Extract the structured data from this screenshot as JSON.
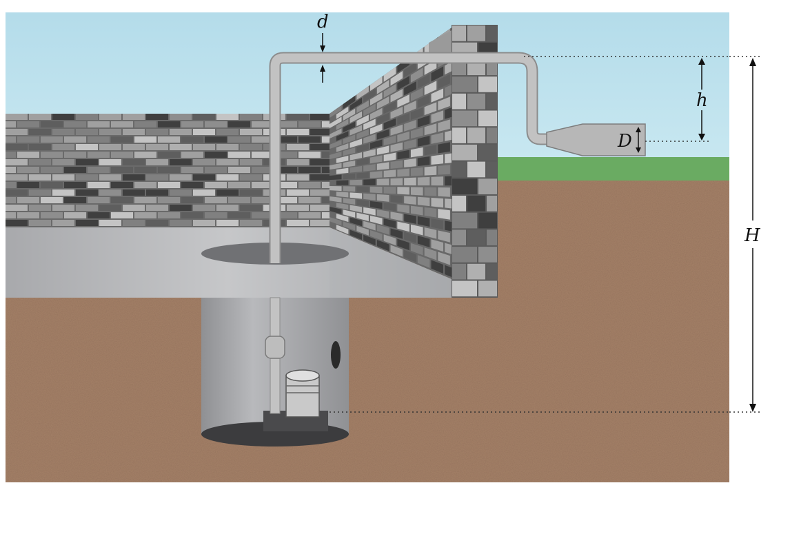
{
  "labels": {
    "pipe_diameter": "d",
    "height_above_outlet": "h",
    "nozzle_diameter": "D",
    "total_height": "H"
  },
  "colors": {
    "sky": "#bfe3ef",
    "grass": "#6aab62",
    "soil": "#a48067",
    "floor": "#b9babd",
    "pipe": "#b3b3b3",
    "pit": "#a9aaad",
    "brick_dark": "#3f3f3f",
    "brick_mid": "#808080",
    "brick_light": "#c4c4c4"
  }
}
